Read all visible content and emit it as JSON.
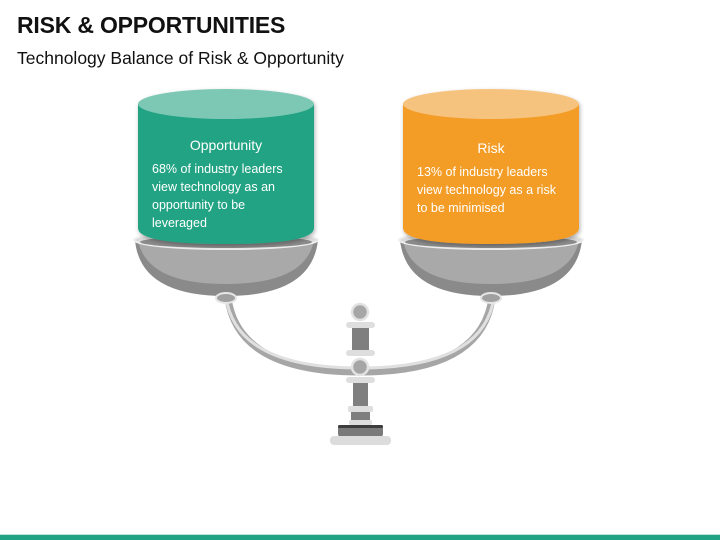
{
  "slide": {
    "title": "RISK & OPPORTUNITIES",
    "subtitle": "Technology Balance of Risk  & Opportunity"
  },
  "opportunity": {
    "heading": "Opportunity",
    "description": "68% of industry leaders view technology as an opportunity to be leveraged",
    "lines": [
      "68% of industry leaders",
      "view technology as an",
      "opportunity to be",
      "leveraged"
    ],
    "percent": "68%",
    "color_body": "#22a383",
    "color_top": "#7cc8b4"
  },
  "risk": {
    "heading": "Risk",
    "description": "13% of industry leaders view technology as a risk to be minimised",
    "lines": [
      "13% of industry leaders",
      "view technology as a risk",
      "to be minimised"
    ],
    "percent": "13%",
    "color_body": "#f39c26",
    "color_top": "#f6c37e"
  },
  "colors": {
    "footer_accent": "#22a383",
    "metal_light": "#e3e3e3",
    "metal_mid": "#a6a6a6",
    "metal_dark": "#7f7f7f"
  }
}
